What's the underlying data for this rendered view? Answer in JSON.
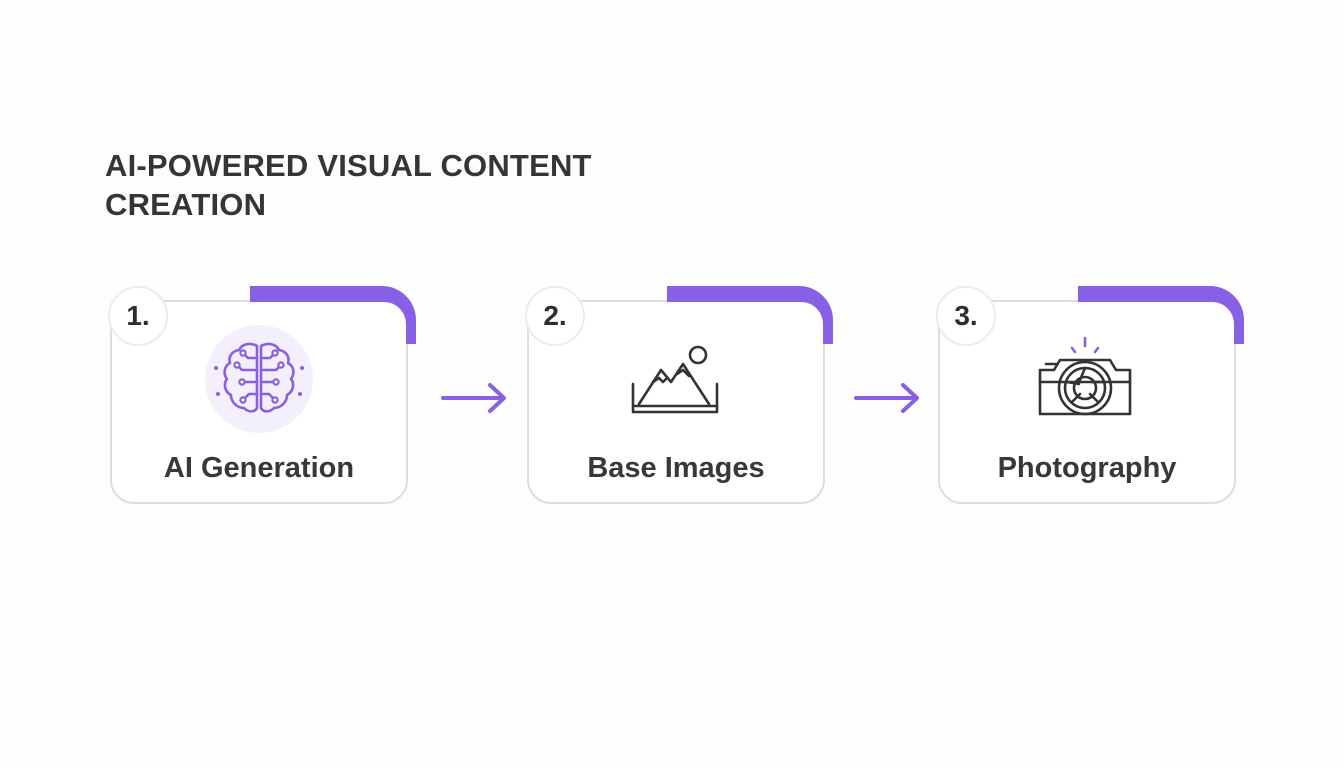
{
  "title": "AI-POWERED VISUAL CONTENT CREATION",
  "accent_color": "#8860e6",
  "steps": [
    {
      "number": "1.",
      "label": "AI Generation",
      "icon": "brain-circuit-icon"
    },
    {
      "number": "2.",
      "label": "Base Images",
      "icon": "mountain-image-icon"
    },
    {
      "number": "3.",
      "label": "Photography",
      "icon": "camera-icon"
    }
  ],
  "connectors": [
    "arrow-right-icon",
    "arrow-right-icon"
  ]
}
